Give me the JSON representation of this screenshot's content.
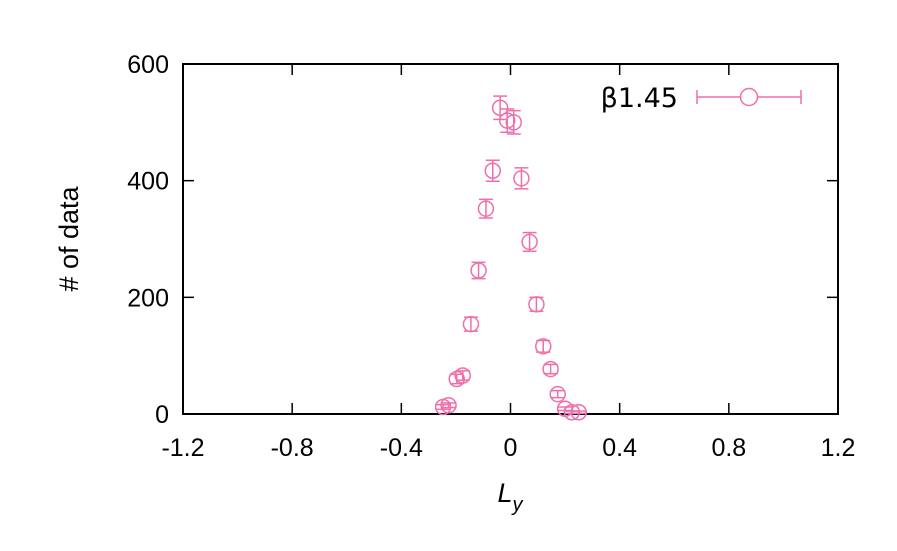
{
  "chart_data": {
    "type": "scatter",
    "xlabel": "L",
    "xlabel_sub": "y",
    "ylabel": "# of data",
    "xlim": [
      -1.2,
      1.2
    ],
    "ylim": [
      0,
      600
    ],
    "xticks": [
      -1.2,
      -0.8,
      -0.4,
      0,
      0.4,
      0.8,
      1.2
    ],
    "xtick_labels": [
      "-1.2",
      "-0.8",
      "-0.4",
      "0",
      "0.4",
      "0.8",
      "1.2"
    ],
    "yticks": [
      0,
      200,
      400,
      600
    ],
    "ytick_labels": [
      "0",
      "200",
      "400",
      "600"
    ],
    "grid": false,
    "legend_position": "top-right",
    "series": [
      {
        "name": "β1.45",
        "color": "#f06eaa",
        "marker": "open-circle",
        "points": [
          {
            "x": -0.247,
            "y": 12,
            "err": 4
          },
          {
            "x": -0.227,
            "y": 15,
            "err": 4
          },
          {
            "x": -0.197,
            "y": 60,
            "err": 8
          },
          {
            "x": -0.175,
            "y": 66,
            "err": 8
          },
          {
            "x": -0.145,
            "y": 154,
            "err": 12
          },
          {
            "x": -0.117,
            "y": 246,
            "err": 14
          },
          {
            "x": -0.09,
            "y": 352,
            "err": 16
          },
          {
            "x": -0.065,
            "y": 417,
            "err": 18
          },
          {
            "x": -0.038,
            "y": 525,
            "err": 20
          },
          {
            "x": -0.012,
            "y": 503,
            "err": 20
          },
          {
            "x": 0.012,
            "y": 500,
            "err": 20
          },
          {
            "x": 0.04,
            "y": 404,
            "err": 18
          },
          {
            "x": 0.07,
            "y": 295,
            "err": 16
          },
          {
            "x": 0.095,
            "y": 188,
            "err": 12
          },
          {
            "x": 0.12,
            "y": 116,
            "err": 10
          },
          {
            "x": 0.147,
            "y": 77,
            "err": 8
          },
          {
            "x": 0.173,
            "y": 34,
            "err": 6
          },
          {
            "x": 0.2,
            "y": 9,
            "err": 3
          },
          {
            "x": 0.225,
            "y": 3,
            "err": 2
          },
          {
            "x": 0.25,
            "y": 3,
            "err": 2
          }
        ]
      }
    ]
  }
}
